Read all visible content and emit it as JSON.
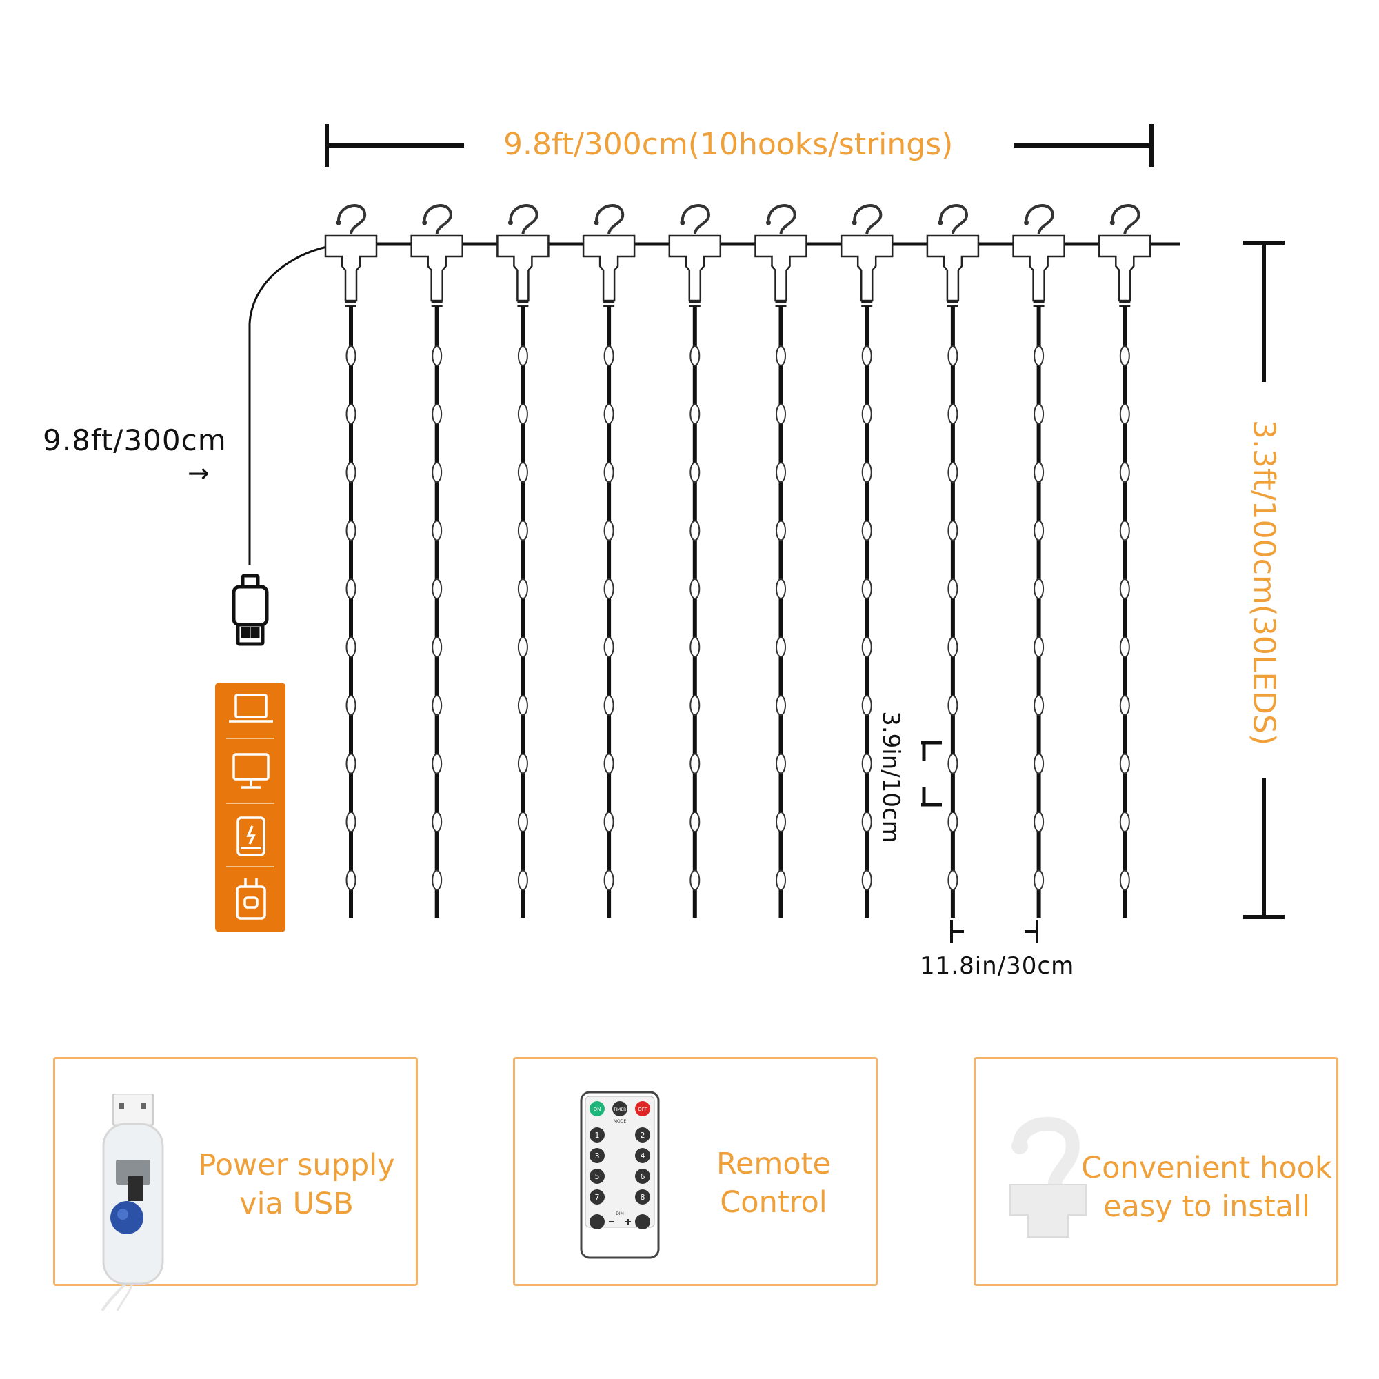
{
  "top_dimension": "9.8ft/300cm(10hooks/strings)",
  "cable_length": "9.8ft/300cm",
  "cable_arrow": "→",
  "height_dimension": "3.3ft/100cm(30LEDS)",
  "led_spacing": "3.9in/10cm",
  "string_spacing": "11.8in/30cm",
  "hook_count": 10,
  "leds_per_string": 10,
  "power_icons": [
    "laptop-icon",
    "monitor-icon",
    "power-bank-icon",
    "wall-adapter-icon"
  ],
  "features": [
    {
      "icon": "usb-controller",
      "line1": "Power supply",
      "line2": "via USB"
    },
    {
      "icon": "remote-control",
      "line1": "Remote",
      "line2": "Control"
    },
    {
      "icon": "hook",
      "line1": "Convenient hook",
      "line2": "easy to install"
    }
  ],
  "remote": {
    "on": "ON",
    "timer": "TIMER",
    "off": "OFF",
    "mode": "MODE",
    "dim": "DIM",
    "keys": [
      "1",
      "2",
      "3",
      "4",
      "5",
      "6",
      "7",
      "8"
    ]
  },
  "colors": {
    "accent": "#F0A038",
    "panel": "#E8780E",
    "card_border": "#F4B46A"
  }
}
